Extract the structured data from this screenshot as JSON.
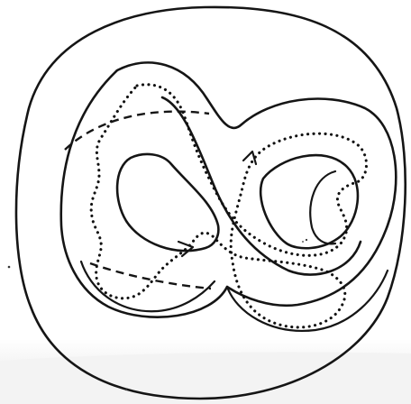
{
  "figure": {
    "alt_summary": "",
    "ink_color": "#151515",
    "background_color": "#ffffff",
    "curves": {
      "outer_boundary": "solid",
      "figure_eight_tube": "solid",
      "inner_left_hole": "solid",
      "inner_right_hole": "solid",
      "meridian_disk": "solid",
      "crossing_curves": "dashed",
      "loop": "dotted"
    },
    "arrow_count": 2
  }
}
